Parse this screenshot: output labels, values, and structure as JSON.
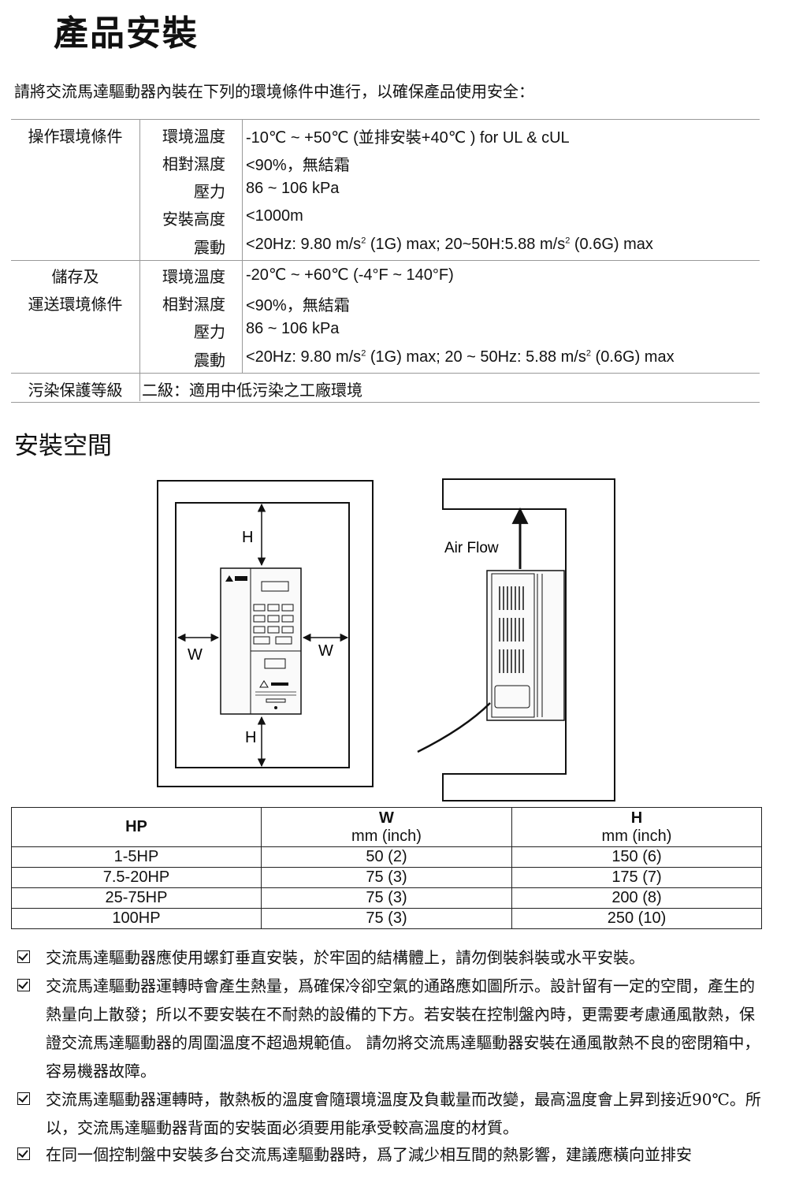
{
  "title": "產品安裝",
  "intro": "請將交流馬達驅動器內裝在下列的環境條件中進行，以確保產品使用安全：",
  "env_table": {
    "operating": {
      "category": "操作環境條件",
      "rows": [
        {
          "prop": "環境溫度",
          "value": "-10℃ ~ +50℃  (並排安裝+40℃  ) for UL & cUL"
        },
        {
          "prop": "相對濕度",
          "value": "<90%，無結霜"
        },
        {
          "prop": "壓力",
          "value": "86 ~ 106 kPa"
        },
        {
          "prop": "安裝高度",
          "value": "<1000m"
        },
        {
          "prop": "震動",
          "value_a": "<20Hz: 9.80 m/s",
          "sup1": "2",
          "value_b": " (1G) max; 20~50H:5.88 m/s",
          "sup2": "2",
          "value_c": " (0.6G) max"
        }
      ]
    },
    "storage": {
      "category_line1": "儲存及",
      "category_line2": "運送環境條件",
      "rows": [
        {
          "prop": "環境溫度",
          "value": "-20℃ ~ +60℃  (-4°F ~ 140°F)"
        },
        {
          "prop": "相對濕度",
          "value": "<90%，無結霜"
        },
        {
          "prop": "壓力",
          "value": "86 ~ 106 kPa"
        },
        {
          "prop": "震動",
          "value_a": "<20Hz: 9.80 m/s",
          "sup1": "2",
          "value_b": " (1G) max; 20 ~ 50Hz: 5.88 m/s",
          "sup2": "2",
          "value_c": " (0.6G) max"
        }
      ]
    },
    "pollution": {
      "category": "污染保護等級",
      "value": "二級：適用中低污染之工廠環境"
    }
  },
  "section_title": "安裝空間",
  "figure": {
    "label_h_top": "H",
    "label_h_bottom": "H",
    "label_w_left": "W",
    "label_w_right": "W",
    "air_flow": "Air Flow"
  },
  "hp_table": {
    "headers": {
      "hp": "HP",
      "w": "W",
      "w_unit": "mm (inch)",
      "h": "H",
      "h_unit": "mm (inch)"
    },
    "rows": [
      {
        "hp": "1-5HP",
        "w": "50 (2)",
        "h": "150 (6)"
      },
      {
        "hp": "7.5-20HP",
        "w": "75 (3)",
        "h": "175 (7)"
      },
      {
        "hp": "25-75HP",
        "w": "75 (3)",
        "h": "200 (8)"
      },
      {
        "hp": "100HP",
        "w": "75 (3)",
        "h": "250 (10)"
      }
    ]
  },
  "notes": [
    "交流馬達驅動器應使用螺釘垂直安裝，於牢固的結構體上，請勿倒裝斜裝或水平安裝。",
    "交流馬達驅動器運轉時會產生熱量，爲確保冷卻空氣的通路應如圖所示。設計留有一定的空間，產生的熱量向上散發；所以不要安裝在不耐熱的設備的下方。若安裝在控制盤內時，更需要考慮通風散熱，保證交流馬達驅動器的周圍溫度不超過規範值。 請勿將交流馬達驅動器安裝在通風散熱不良的密閉箱中，容易機器故障。",
    "交流馬達驅動器運轉時，散熱板的溫度會隨環境溫度及負載量而改變，最高溫度會上昇到接近90℃。所以，交流馬達驅動器背面的安裝面必須要用能承受較高溫度的材質。",
    "在同一個控制盤中安裝多台交流馬達驅動器時，爲了減少相互間的熱影響，建議應橫向並排安"
  ]
}
